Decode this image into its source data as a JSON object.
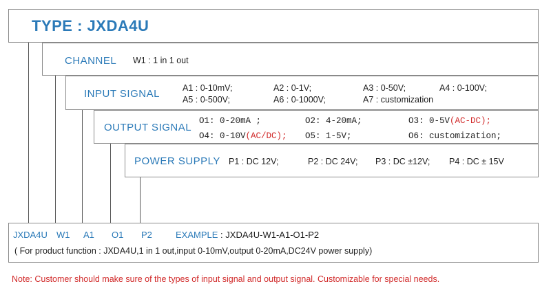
{
  "type": {
    "label": "TYPE",
    "sep": ":",
    "value": "JXDA4U"
  },
  "channel": {
    "heading": "CHANNEL",
    "options": [
      "W1 : 1 in 1 out"
    ]
  },
  "input": {
    "heading": "INPUT SIGNAL",
    "options": [
      "A1 :  0-10mV;",
      "A2 : 0-1V;",
      "A3 :  0-50V;",
      "A4 :  0-100V;",
      "A5 :  0-500V;",
      "A6 :  0-1000V;",
      "A7 : customization"
    ]
  },
  "output": {
    "heading": "OUTPUT SIGNAL",
    "o1": "O1: 0-20mA ;",
    "o2": "O2:  4-20mA;",
    "o3_prefix": "O3:  0-5V",
    "o3_red": "(AC-DC);",
    "o4_prefix": "O4: 0-10V",
    "o4_red": "(AC/DC);",
    "o5": "O5:  1-5V;",
    "o6": "O6:  customization;"
  },
  "power": {
    "heading": "POWER SUPPLY",
    "options": [
      "P1 : DC 12V;",
      "P2 : DC 24V;",
      "P3 : DC ±12V;",
      "P4 : DC ± 15V"
    ]
  },
  "example": {
    "codes": [
      "JXDA4U",
      "W1",
      "A1",
      "O1",
      "P2"
    ],
    "label": "EXAMPLE",
    "sep": ":",
    "value": "JXDA4U-W1-A1-O1-P2",
    "explanation": "( For product function : JXDA4U,1 in 1 out,input 0-10mV,output 0-20mA,DC24V power supply)"
  },
  "note": "Note: Customer should make sure of the types of input signal and output signal. Customizable for special needs.",
  "colors": {
    "accent": "#2b7ab8",
    "warning": "#d12a2a",
    "border": "#8a8a8a"
  }
}
